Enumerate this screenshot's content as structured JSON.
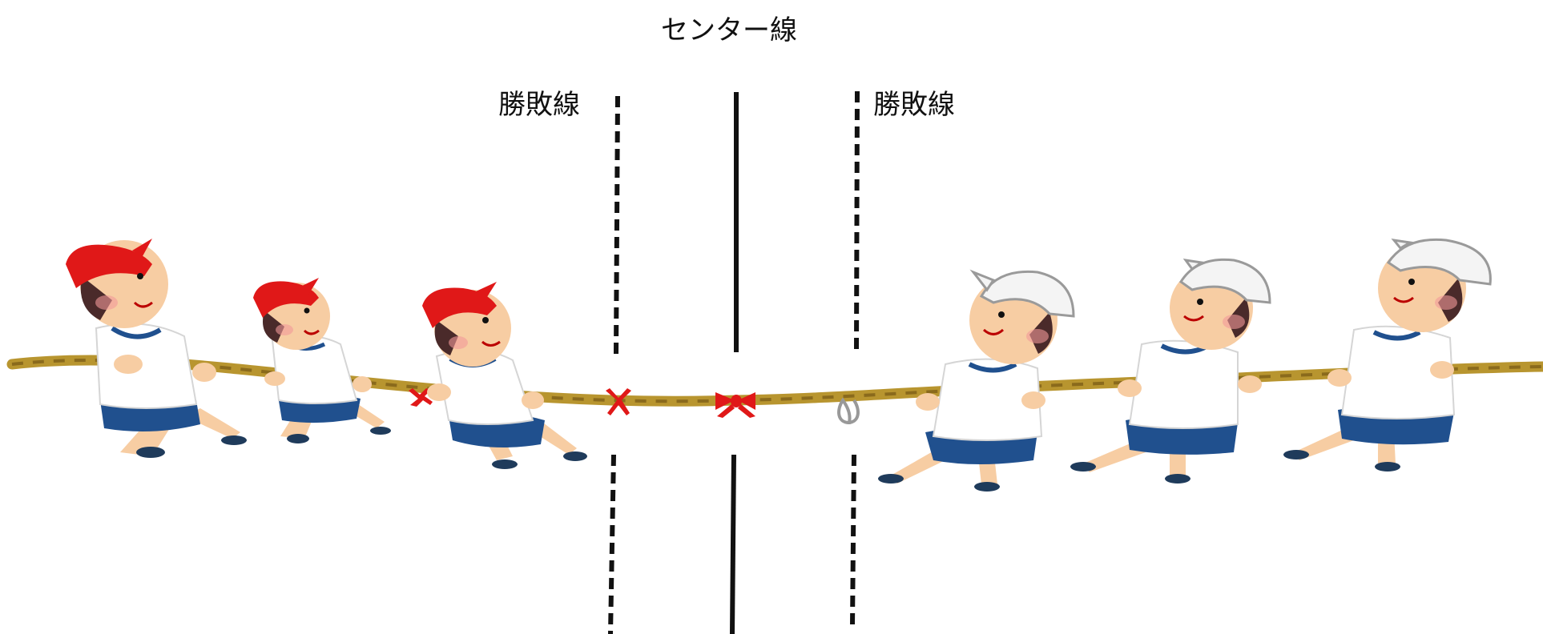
{
  "labels": {
    "center_line": "センター線",
    "win_line_left": "勝敗線",
    "win_line_right": "勝敗線"
  },
  "colors": {
    "rope": "#b8952f",
    "rope_twist": "#8a6a1c",
    "red_cap": "#e01818",
    "white_cap": "#f4f4f4",
    "skin": "#f7cda3",
    "shorts": "#20508e",
    "shirt": "#ffffff",
    "hair": "#4a2a2a",
    "red_ribbon": "#e01818",
    "line": "#111111"
  },
  "teams": {
    "left": {
      "cap": "red",
      "members": 3
    },
    "right": {
      "cap": "white",
      "members": 3
    }
  }
}
